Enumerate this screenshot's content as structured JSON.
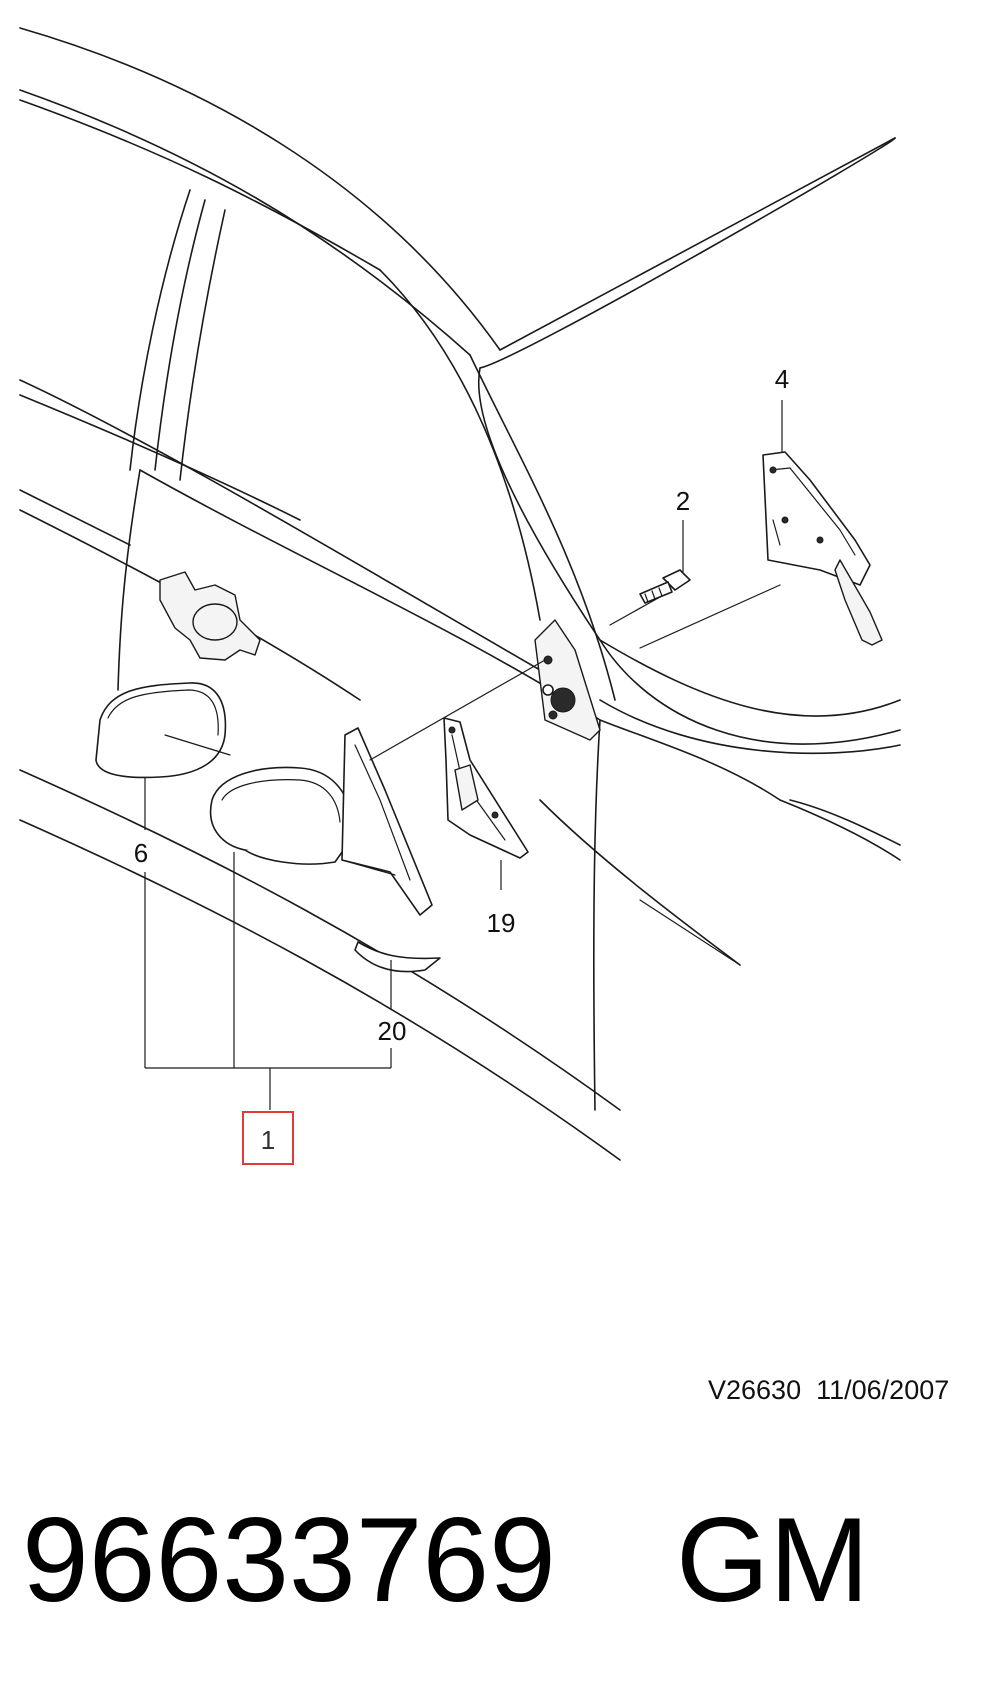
{
  "callouts": {
    "c1": "1",
    "c2": "2",
    "c4": "4",
    "c6": "6",
    "c19": "19",
    "c20": "20"
  },
  "highlight_color": "#e23a3a",
  "drawing_ref": "V26630",
  "drawing_date": "11/06/2007",
  "part_number": "96633769",
  "brand": "GM"
}
